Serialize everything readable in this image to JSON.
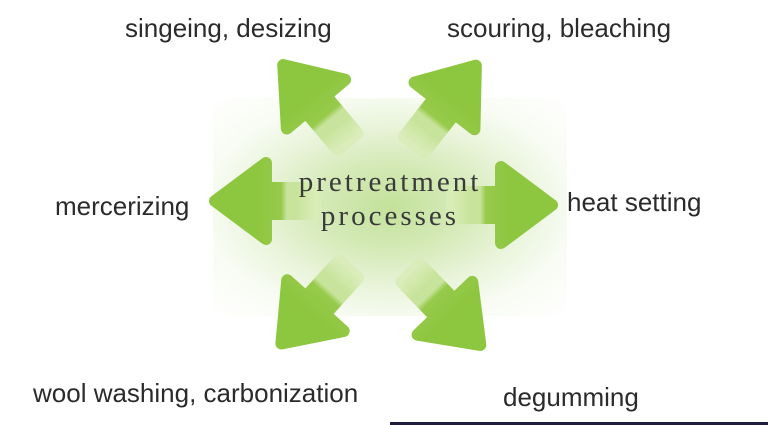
{
  "diagram": {
    "type": "radial-process-diagram",
    "center": {
      "line1": "pretreatment",
      "line2": "processes"
    },
    "nodes": [
      {
        "label": "singeing, desizing",
        "direction": "up-left"
      },
      {
        "label": "scouring, bleaching",
        "direction": "up-right"
      },
      {
        "label": "mercerizing",
        "direction": "left"
      },
      {
        "label": "heat setting",
        "direction": "right"
      },
      {
        "label": "wool washing, carbonization",
        "direction": "down-left"
      },
      {
        "label": "degumming",
        "direction": "down-right"
      }
    ]
  },
  "colors": {
    "arrow_green": "#8dc63f",
    "arrow_green_mid": "#97ca4b",
    "arrow_light": "#c8e49c",
    "arrow_pale": "#d8ecb7",
    "glow_green": "#8dc63f",
    "label_text": "#2b2b2b",
    "center_text": "#3a3a3a",
    "background": "#ffffff",
    "bottom_line": "#1e1e3c"
  }
}
